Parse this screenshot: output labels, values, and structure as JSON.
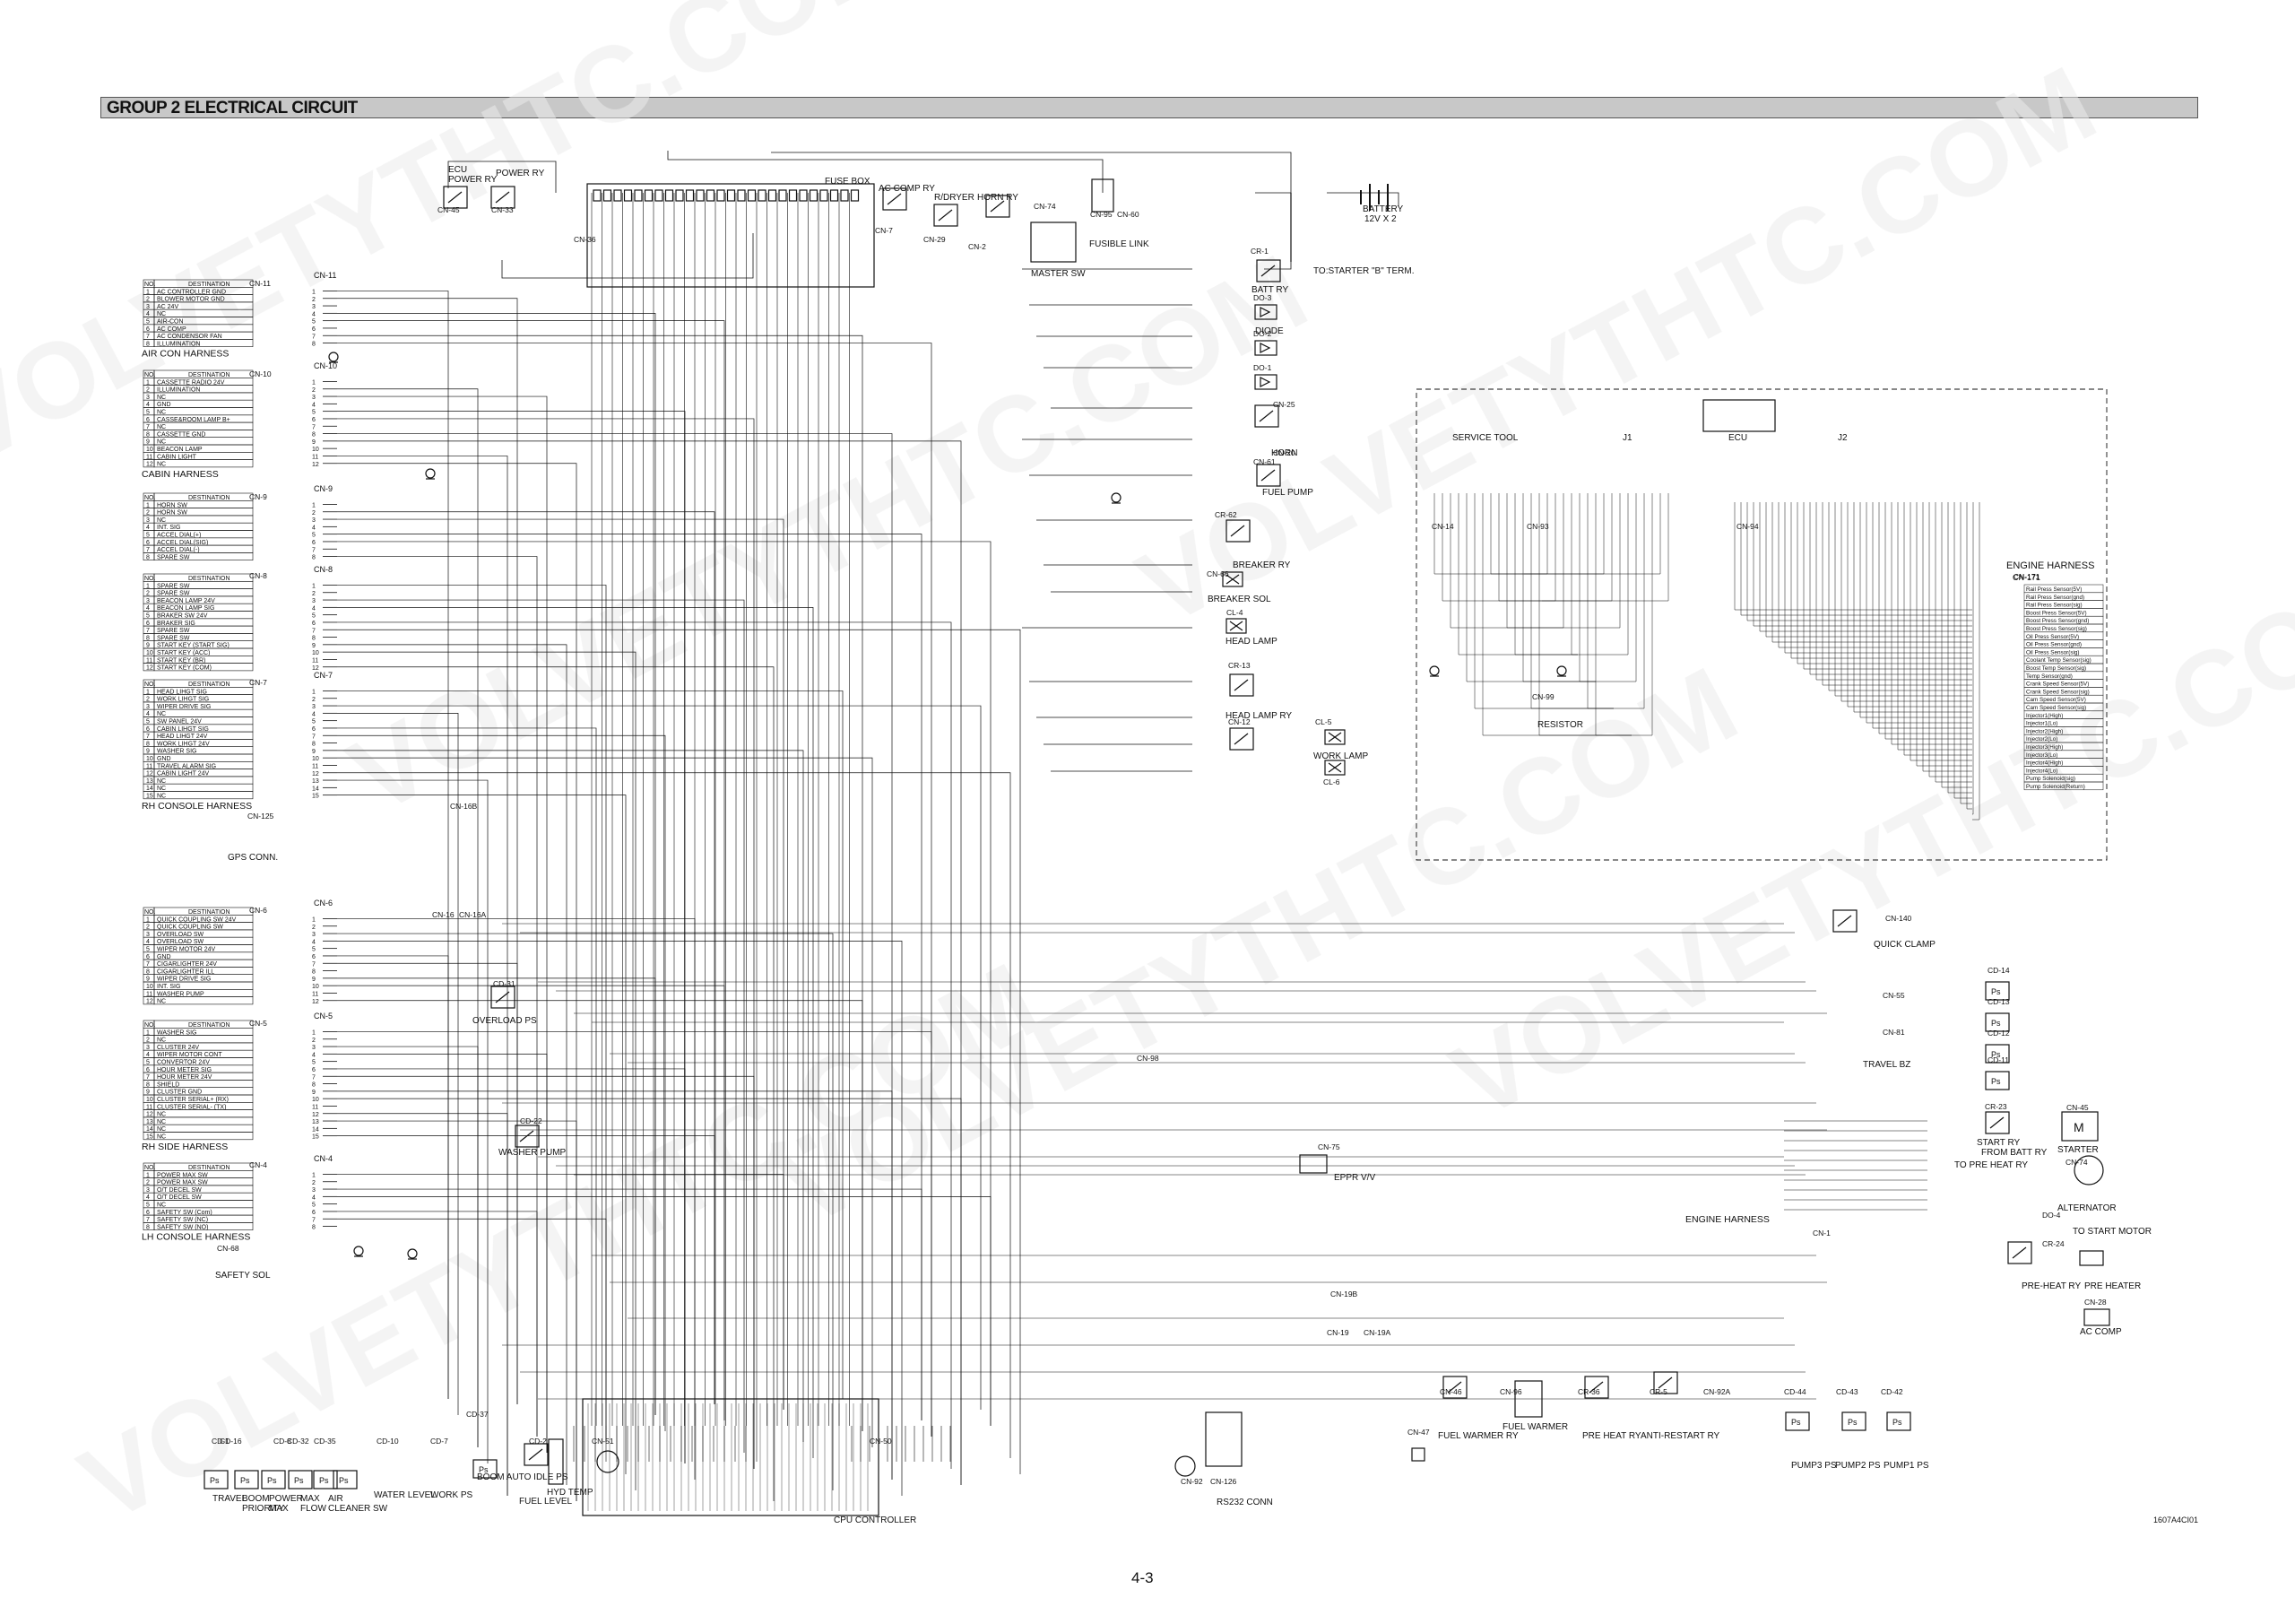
{
  "title": "GROUP  2  ELECTRICAL CIRCUIT",
  "page_number": "4-3",
  "figure_code": "1607A4CI01",
  "watermark": "VOLVETYTHTC.COM",
  "harness_tables": [
    {
      "id": "aircon",
      "connector": "CN-11",
      "name": "AIR CON HARNESS",
      "rows": [
        [
          "1",
          "AC CONTROLLER GND"
        ],
        [
          "2",
          "BLOWER MOTOR GND"
        ],
        [
          "3",
          "AC 24V"
        ],
        [
          "4",
          "NC"
        ],
        [
          "5",
          "AIR-CON"
        ],
        [
          "6",
          "AC COMP"
        ],
        [
          "7",
          "AC CONDENSOR FAN"
        ],
        [
          "8",
          "ILLUMINATION"
        ]
      ]
    },
    {
      "id": "cabin",
      "connector": "CN-10",
      "name": "CABIN HARNESS",
      "rows": [
        [
          "1",
          "CASSETTE RADIO 24V"
        ],
        [
          "2",
          "ILLUMINATION"
        ],
        [
          "3",
          "NC"
        ],
        [
          "4",
          "GND"
        ],
        [
          "5",
          "NC"
        ],
        [
          "6",
          "CASSE&ROOM LAMP B+"
        ],
        [
          "7",
          "NC"
        ],
        [
          "8",
          "CASSETTE GND"
        ],
        [
          "9",
          "NC"
        ],
        [
          "10",
          "BEACON LAMP"
        ],
        [
          "11",
          "CABIN LIGHT"
        ],
        [
          "12",
          "NC"
        ]
      ]
    },
    {
      "id": "cn9",
      "connector": "CN-9",
      "name": "",
      "rows": [
        [
          "1",
          "HORN SW"
        ],
        [
          "2",
          "HORN SW"
        ],
        [
          "3",
          "NC"
        ],
        [
          "4",
          "INT. SIG"
        ],
        [
          "5",
          "ACCEL DIAL(+)"
        ],
        [
          "6",
          "ACCEL DIAL(SIG)"
        ],
        [
          "7",
          "ACCEL DIAL(-)"
        ],
        [
          "8",
          "SPARE SW"
        ]
      ]
    },
    {
      "id": "cn8",
      "connector": "CN-8",
      "name": "",
      "rows": [
        [
          "1",
          "SPARE SW"
        ],
        [
          "2",
          "SPARE SW"
        ],
        [
          "3",
          "BEACON LAMP 24V"
        ],
        [
          "4",
          "BEACON LAMP SIG"
        ],
        [
          "5",
          "BRAKER SW 24V"
        ],
        [
          "6",
          "BRAKER SIG"
        ],
        [
          "7",
          "SPARE SW"
        ],
        [
          "8",
          "SPARE SW"
        ],
        [
          "9",
          "START KEY (START SIG)"
        ],
        [
          "10",
          "START KEY (ACC)"
        ],
        [
          "11",
          "START KEY (BR)"
        ],
        [
          "12",
          "START KEY (COM)"
        ]
      ]
    },
    {
      "id": "rhconsole",
      "connector": "CN-7",
      "name": "RH CONSOLE HARNESS",
      "rows": [
        [
          "1",
          "HEAD LIHGT SIG"
        ],
        [
          "2",
          "WORK LIHGT SIG"
        ],
        [
          "3",
          "WIPER DRIVE SIG"
        ],
        [
          "4",
          "NC"
        ],
        [
          "5",
          "SW PANEL 24V"
        ],
        [
          "6",
          "CABIN LIHGT SIG"
        ],
        [
          "7",
          "HEAD LIHGT 24V"
        ],
        [
          "8",
          "WORK LIHGT 24V"
        ],
        [
          "9",
          "WASHER SIG"
        ],
        [
          "10",
          "GND"
        ],
        [
          "11",
          "TRAVEL ALARM SIG"
        ],
        [
          "12",
          "CABIN LIGHT 24V"
        ],
        [
          "13",
          "NC"
        ],
        [
          "14",
          "NC"
        ],
        [
          "15",
          "NC"
        ]
      ]
    },
    {
      "id": "cn6",
      "connector": "CN-6",
      "name": "",
      "rows": [
        [
          "1",
          "QUICK COUPLING SW 24V"
        ],
        [
          "2",
          "QUICK COUPLING SW"
        ],
        [
          "3",
          "OVERLOAD SW"
        ],
        [
          "4",
          "OVERLOAD SW"
        ],
        [
          "5",
          "WIPER MOTOR 24V"
        ],
        [
          "6",
          "GND"
        ],
        [
          "7",
          "CIGARLIGHTER 24V"
        ],
        [
          "8",
          "CIGARLIGHTER ILL"
        ],
        [
          "9",
          "WIPER DRIVE SIG"
        ],
        [
          "10",
          "INT. SIG"
        ],
        [
          "11",
          "WASHER PUMP"
        ],
        [
          "12",
          "NC"
        ]
      ]
    },
    {
      "id": "rhside",
      "connector": "CN-5",
      "name": "RH SIDE HARNESS",
      "rows": [
        [
          "1",
          "WASHER SIG"
        ],
        [
          "2",
          "NC"
        ],
        [
          "3",
          "CLUSTER 24V"
        ],
        [
          "4",
          "WIPER MOTOR CONT"
        ],
        [
          "5",
          "CONVERTOR 24V"
        ],
        [
          "6",
          "HOUR METER SIG"
        ],
        [
          "7",
          "HOUR METER 24V"
        ],
        [
          "8",
          "SHIELD"
        ],
        [
          "9",
          "CLUSTER GND"
        ],
        [
          "10",
          "CLUSTER SERIAL+ (RX)"
        ],
        [
          "11",
          "CLUSTER SERIAL- (TX)"
        ],
        [
          "12",
          "NC"
        ],
        [
          "13",
          "NC"
        ],
        [
          "14",
          "NC"
        ],
        [
          "15",
          "NC"
        ]
      ]
    },
    {
      "id": "lhconsole",
      "connector": "CN-4",
      "name": "LH CONSOLE HARNESS",
      "rows": [
        [
          "1",
          "POWER MAX SW"
        ],
        [
          "2",
          "POWER MAX SW"
        ],
        [
          "3",
          "O/T DECEL SW"
        ],
        [
          "4",
          "O/T DECEL SW"
        ],
        [
          "5",
          "NC"
        ],
        [
          "6",
          "SAFETY SW (Com)"
        ],
        [
          "7",
          "SAFETY SW (NC)"
        ],
        [
          "8",
          "SAFETY SW (NO)"
        ]
      ]
    }
  ],
  "labels": {
    "fuse_box": "FUSE BOX",
    "ecu_power_ry": "ECU\nPOWER RY",
    "power_ry": "POWER RY",
    "ac_comp_ry": "AC COMP RY",
    "rdryer": "R/DRYER",
    "horn_ry": "HORN RY",
    "master_sw": "MASTER SW",
    "fusible_link": "FUSIBLE LINK",
    "battery": "BATTERY",
    "battery_spec": "12V X 2",
    "batt_ry": "BATT RY",
    "to_starter": "TO:STARTER \"B\" TERM.",
    "diode": "DIODE",
    "horn": "HORN",
    "fuel_pump": "FUEL PUMP",
    "breaker_ry": "BREAKER RY",
    "breaker_sol": "BREAKER SOL",
    "head_lamp": "HEAD LAMP",
    "head_lamp_ry": "HEAD LAMP RY",
    "work_lamp": "WORK LAMP",
    "ecu": "ECU",
    "service_tool": "SERVICE TOOL",
    "j1": "J1",
    "j2": "J2",
    "resistor": "RESISTOR",
    "engine_harness": "ENGINE HARNESS",
    "gps_conn": "GPS CONN.",
    "overload_ps": "OVERLOAD PS",
    "washer_pump": "WASHER PUMP",
    "safety_sol": "SAFETY SOL",
    "quick_clamp": "QUICK CLAMP",
    "travel_bz": "TRAVEL BZ",
    "eppr_vv": "EPPR V/V",
    "start_ry": "START RY",
    "from_batt_ry": "FROM BATT RY",
    "to_preheat_ry": "TO PRE HEAT RY",
    "starter": "STARTER",
    "alternator": "ALTERNATOR",
    "to_start_motor": "TO START MOTOR",
    "preheat_ry": "PRE-HEAT RY",
    "pre_heater": "PRE HEATER",
    "ac_comp": "AC COMP",
    "cpu_controller": "CPU CONTROLLER",
    "rs232_conn": "RS232 CONN",
    "fuel_warmer_ry": "FUEL WARMER RY",
    "fuel_warmer": "FUEL WARMER",
    "pre_heat_ry2": "PRE HEAT RY",
    "anti_restart_ry": "ANTI-RESTART RY",
    "pump3_ps": "PUMP3 PS",
    "pump2_ps": "PUMP2 PS",
    "pump1_ps": "PUMP1 PS",
    "water_level": "WATER LEVEL",
    "work_ps": "WORK PS",
    "fuel_level": "FUEL LEVEL",
    "hyd_temp": "HYD TEMP",
    "travel": "TRAVEL",
    "boom_priority": "BOOM\nPRIORITY",
    "power_max": "POWER\nMAX",
    "max_flow": "MAX\nFLOW",
    "air_cleaner_sw": "AIR\nCLEANER SW",
    "ecu_power_box": "BOOM AUTO IDLE PS"
  },
  "engine_harness_pins": {
    "connector": "CN-171",
    "rows": [
      "Rail Press Sensor(5V)",
      "Rail Press Sensor(gnd)",
      "Rail Press Sensor(sig)",
      "Boost Press Sensor(5V)",
      "Boost Press Sensor(gnd)",
      "Boost Press Sensor(sig)",
      "Oil Press Sensor(5V)",
      "Oil Press Sensor(gnd)",
      "Oil Press Sensor(sig)",
      "Coolant Temp Sensor(sig)",
      "Boost Temp Sensor(sig)",
      "Temp Sensor(gnd)",
      "Crank Speed Sensor(5V)",
      "Crank Speed Sensor(sig)",
      "Cam Speed Sensor(5V)",
      "Cam Speed Sensor(sig)",
      "Injector1(High)",
      "Injector1(Lo)",
      "Injector2(High)",
      "Injector2(Lo)",
      "Injector3(High)",
      "Injector3(Lo)",
      "Injector4(High)",
      "Injector4(Lo)",
      "Pump Solenoid(sig)",
      "Pump Solenoid(Return)"
    ]
  },
  "connectors": [
    "CN-11",
    "CN-10",
    "CN-9",
    "CN-8",
    "CN-7",
    "CN-6",
    "CN-5",
    "CN-4",
    "CN-125",
    "CN-16B",
    "CN-16",
    "CN-16A",
    "CN-68",
    "CN-36",
    "CN-45",
    "CN-33",
    "CN-7",
    "CN-29",
    "CN-2",
    "CN-74",
    "CN-95",
    "CN-60",
    "CR-1",
    "DO-3",
    "DO-2",
    "DO-1",
    "CN-25",
    "CN-20",
    "CN-61",
    "CR-62",
    "CN-66",
    "CL-4",
    "CR-13",
    "CN-12",
    "CL-5",
    "CL-6",
    "CN-14",
    "CN-93",
    "CN-94",
    "CN-171",
    "CN-99",
    "CN-140",
    "CN-55",
    "CN-81",
    "CN-98",
    "CN-75",
    "CR-23",
    "CN-45",
    "CN-74",
    "DO-4",
    "CR-24",
    "CN-28",
    "CN-19B",
    "CN-19",
    "CN-19A",
    "CN-1",
    "CN-92",
    "CN-126",
    "CN-51",
    "CN-50",
    "CN-47",
    "CN-46",
    "CN-96",
    "CR-36",
    "CR-5",
    "CN-92A",
    "CD-44",
    "CD-43",
    "CD-42",
    "CD-14",
    "CD-13",
    "CD-12",
    "CD-11",
    "CD-31",
    "CD-22",
    "CD-1",
    "CD-7",
    "CD-37",
    "CD-35",
    "CD-32",
    "CD-2",
    "CD-8",
    "CD-10",
    "CD-16"
  ]
}
